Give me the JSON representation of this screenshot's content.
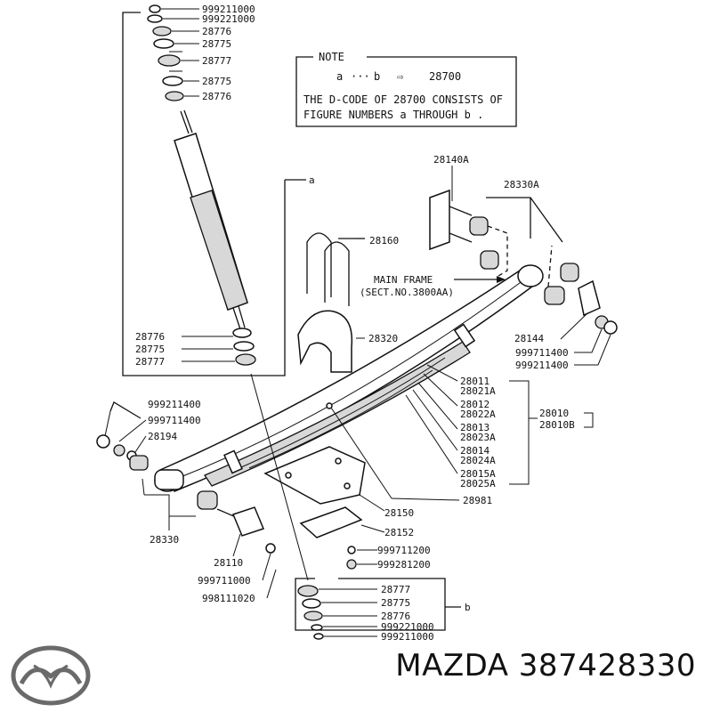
{
  "note": {
    "heading": "NOTE",
    "range_from": "a",
    "range_dots": "···",
    "range_to": "b",
    "arrow": "⇨",
    "code": "28700",
    "line1": "THE D-CODE OF  28700 CONSISTS OF",
    "line2": "FIGURE NUMBERS  a THROUGH  b ."
  },
  "main_frame": {
    "line1": "MAIN FRAME",
    "line2": "(SECT.NO.3800AA)"
  },
  "group_labels": {
    "a": "a",
    "b": "b"
  },
  "top_stack": [
    "999211000",
    "999221000",
    "28776",
    "28775",
    "28777",
    "28775",
    "28776"
  ],
  "mid_stack": [
    "28776",
    "28775",
    "28777"
  ],
  "bottom_stack": [
    "28777",
    "28775",
    "28776",
    "999221000",
    "999211000"
  ],
  "parts": {
    "p28140A": "28140A",
    "p28330A_top": "28330A",
    "p28160": "28160",
    "p28320": "28320",
    "p28144": "28144",
    "p999711400_r": "999711400",
    "p999211400_r": "999211400",
    "p999211400_l": "999211400",
    "p999711400_l": "999711400",
    "p28194": "28194",
    "p28330_bottom": "28330",
    "p28110": "28110",
    "p999711000": "999711000",
    "p998111020": "998111020",
    "p28150": "28150",
    "p28152": "28152",
    "p999711200": "999711200",
    "p999281200": "999281200",
    "p28981": "28981",
    "p28010": "28010",
    "p28010B": "28010B"
  },
  "leaf_column_1": [
    "28011",
    "28012",
    "28013",
    "28014",
    "28015A"
  ],
  "leaf_column_2": [
    "28021A",
    "28022A",
    "28023A",
    "28024A",
    "28025A"
  ],
  "brand": {
    "name": "MAZDA 387428330",
    "logo_icon": "mazda-logo-icon"
  }
}
